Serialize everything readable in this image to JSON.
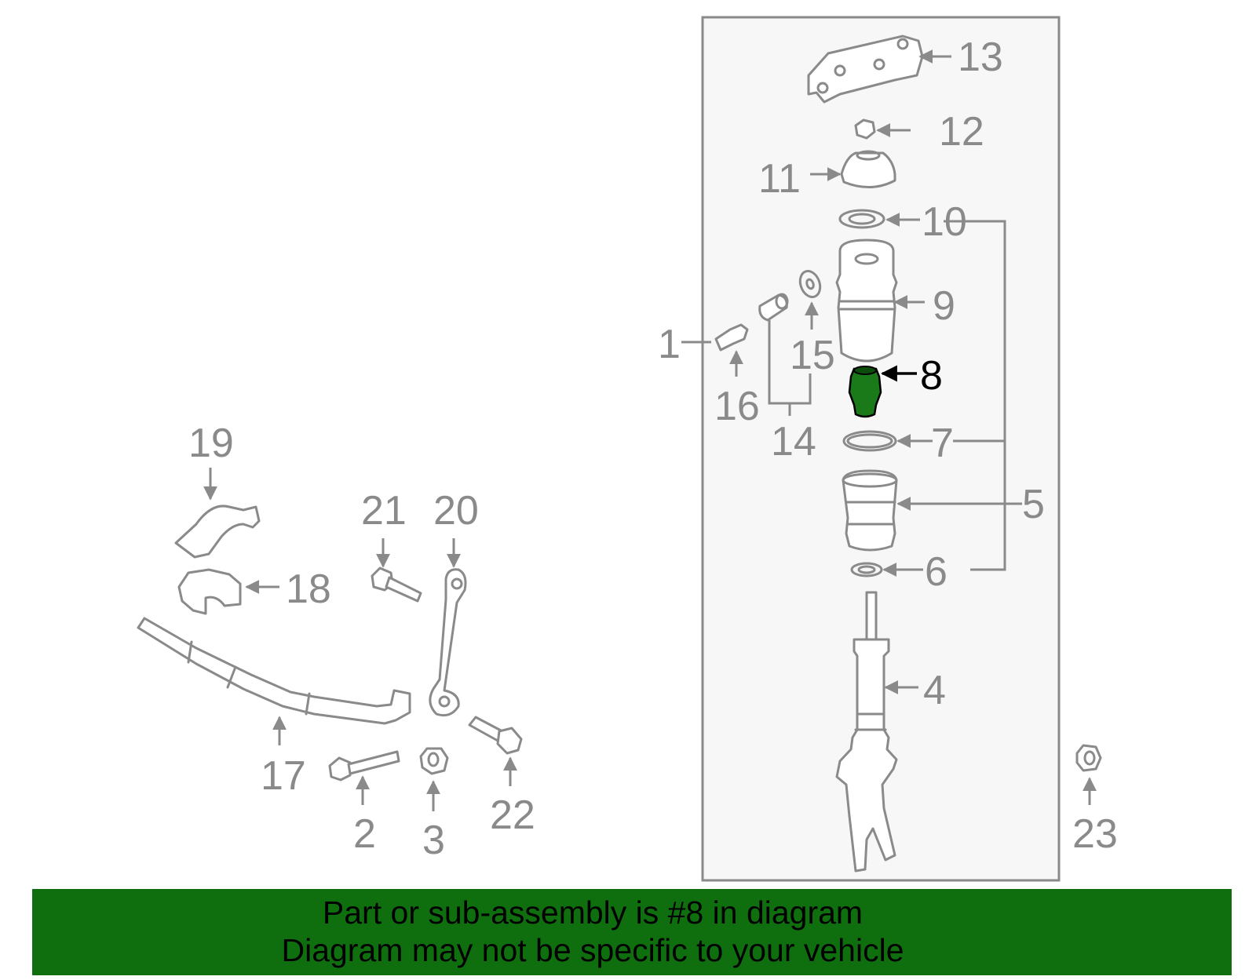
{
  "labels": {
    "p1": "1",
    "p2": "2",
    "p3": "3",
    "p4": "4",
    "p5": "5",
    "p6": "6",
    "p7": "7",
    "p8": "8",
    "p9": "9",
    "p10": "10",
    "p11": "11",
    "p12": "12",
    "p13": "13",
    "p14": "14",
    "p15": "15",
    "p16": "16",
    "p17": "17",
    "p18": "18",
    "p19": "19",
    "p20": "20",
    "p21": "21",
    "p22": "22",
    "p23": "23"
  },
  "highlight": {
    "part": "8",
    "color": "#1a7a1a"
  },
  "caption": {
    "line1": "Part or sub-assembly is #8 in diagram",
    "line2": "Diagram may not be specific to your vehicle",
    "background": "#0f6f0f"
  }
}
